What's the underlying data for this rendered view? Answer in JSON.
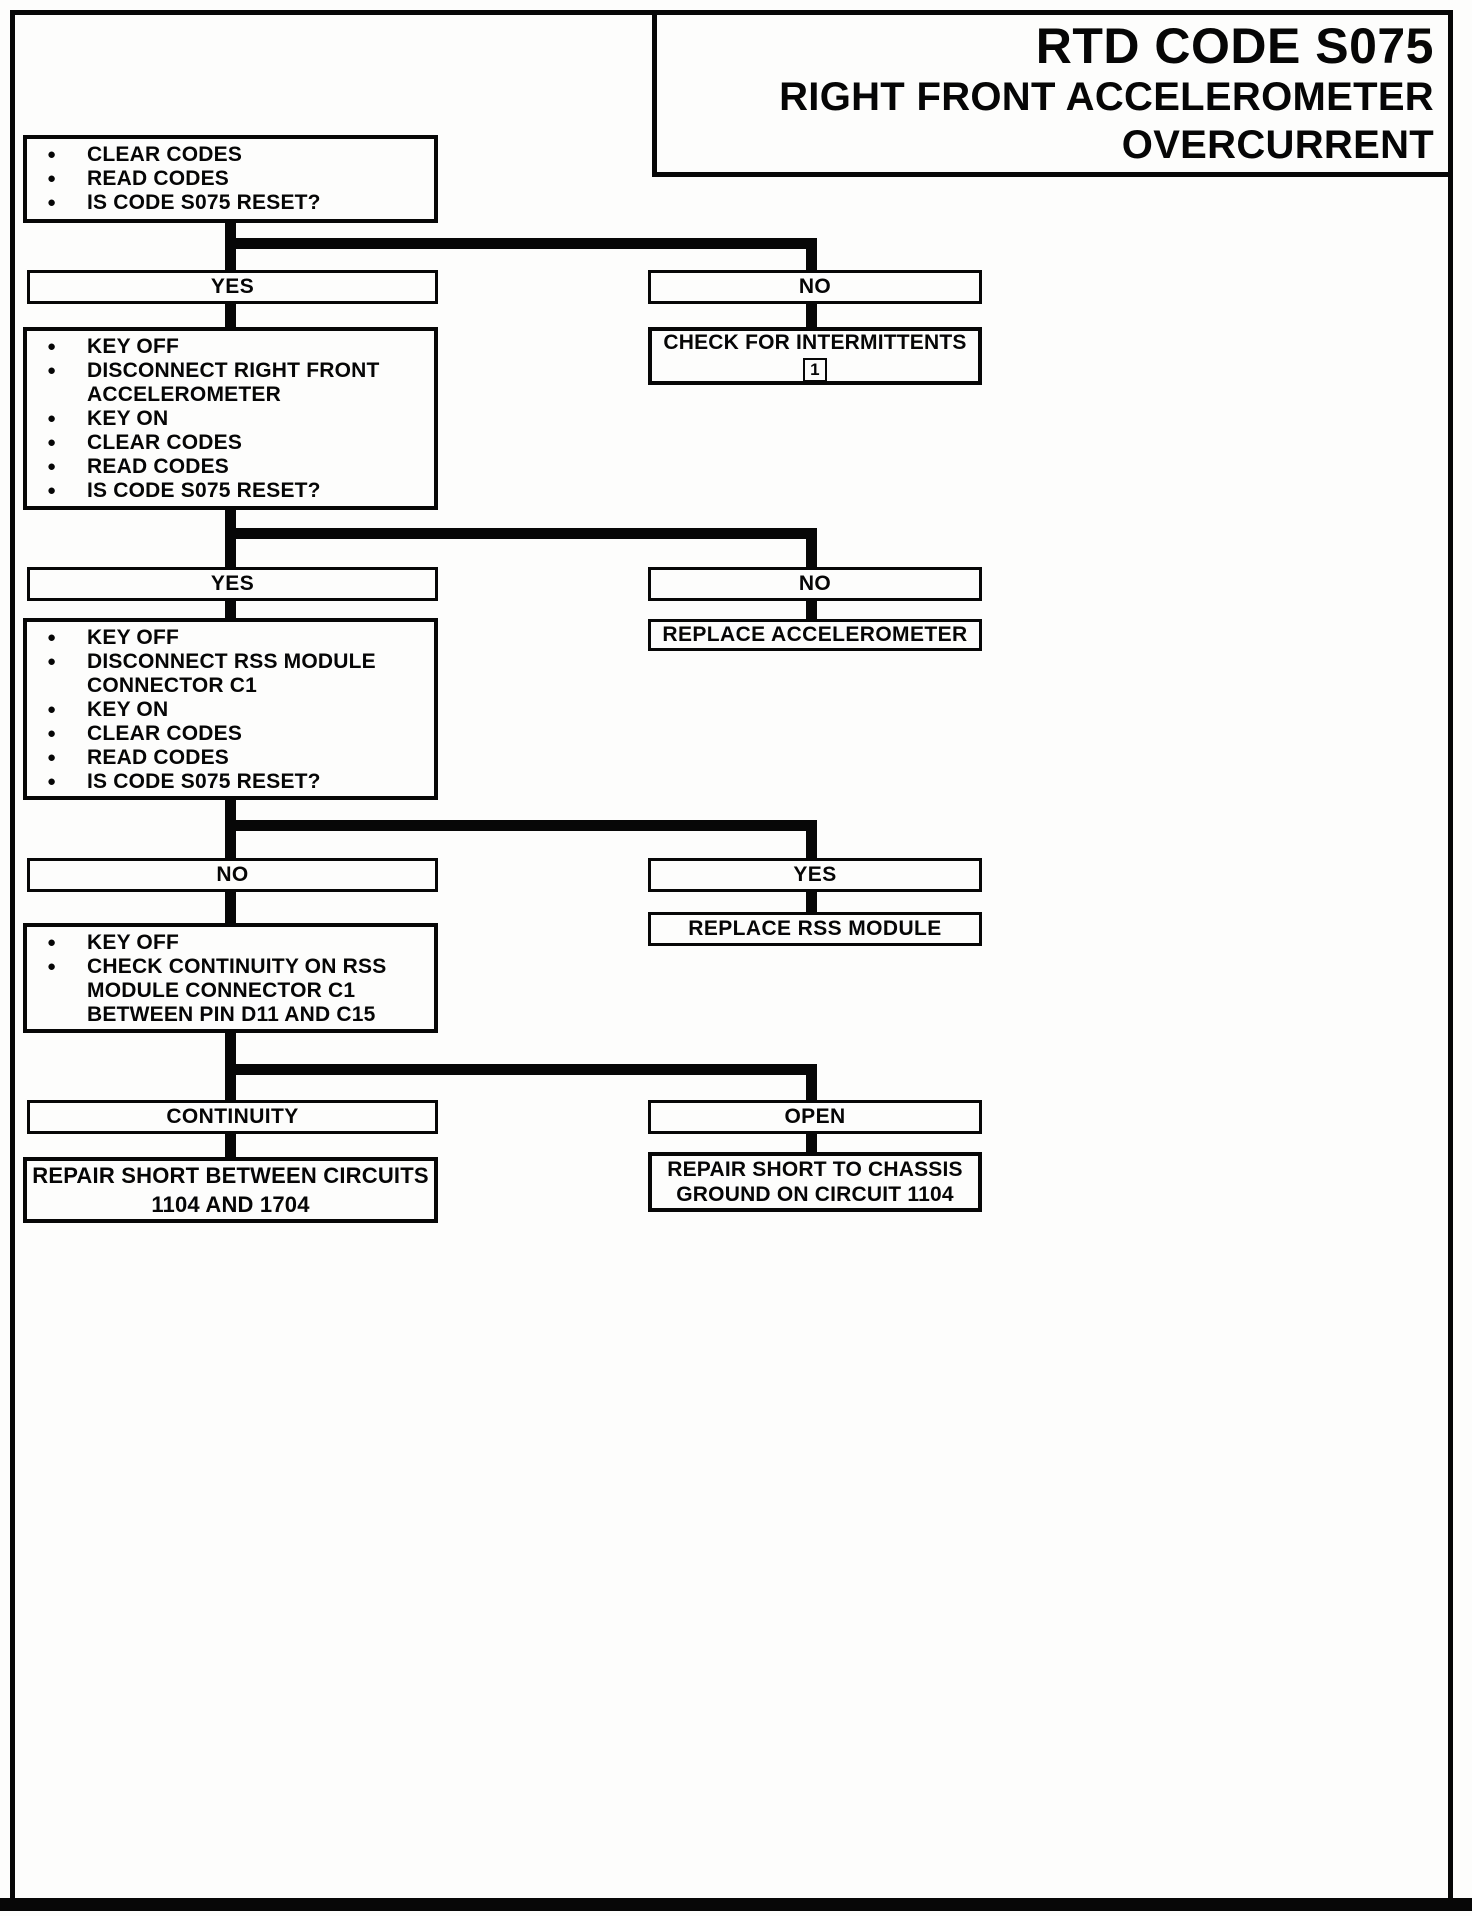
{
  "title": {
    "line1": "RTD CODE S075",
    "line2": "RIGHT FRONT ACCELEROMETER",
    "line3": "OVERCURRENT"
  },
  "flow": {
    "step1": {
      "items": [
        "CLEAR CODES",
        "READ CODES",
        "IS CODE S075 RESET?"
      ]
    },
    "branch1": {
      "left": "YES",
      "right": "NO"
    },
    "check_intermittents": {
      "text": "CHECK FOR INTERMITTENTS",
      "footnote": "1"
    },
    "step2": {
      "items": [
        "KEY OFF",
        "DISCONNECT RIGHT FRONT ACCELEROMETER",
        "KEY ON",
        "CLEAR CODES",
        "READ CODES",
        "IS CODE S075 RESET?"
      ]
    },
    "branch2": {
      "left": "YES",
      "right": "NO"
    },
    "replace_accelerometer": {
      "text": "REPLACE ACCELEROMETER"
    },
    "step3": {
      "items": [
        "KEY OFF",
        "DISCONNECT RSS MODULE CONNECTOR C1",
        "KEY ON",
        "CLEAR CODES",
        "READ CODES",
        "IS CODE S075 RESET?"
      ]
    },
    "branch3": {
      "left": "NO",
      "right": "YES"
    },
    "replace_rss_module": {
      "text": "REPLACE RSS MODULE"
    },
    "step4": {
      "items": [
        "KEY OFF",
        "CHECK CONTINUITY ON RSS MODULE CONNECTOR C1 BETWEEN PIN D11 AND C15"
      ]
    },
    "branch4": {
      "left": "CONTINUITY",
      "right": "OPEN"
    },
    "repair_short_circuits": {
      "line1": "REPAIR SHORT BETWEEN CIRCUITS",
      "line2": "1104 AND 1704"
    },
    "repair_short_ground": {
      "line1": "REPAIR SHORT TO CHASSIS",
      "line2": "GROUND ON CIRCUIT 1104"
    }
  }
}
